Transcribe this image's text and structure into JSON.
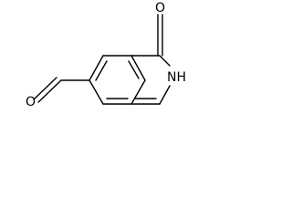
{
  "molecule": {
    "atoms": {
      "carbonyl_oxygen": "O",
      "ring_nitrogen": "NH",
      "aldehyde_oxygen": "O"
    }
  },
  "colors": {
    "bond": "#000000",
    "label": "#000000",
    "background": "#ffffff"
  }
}
